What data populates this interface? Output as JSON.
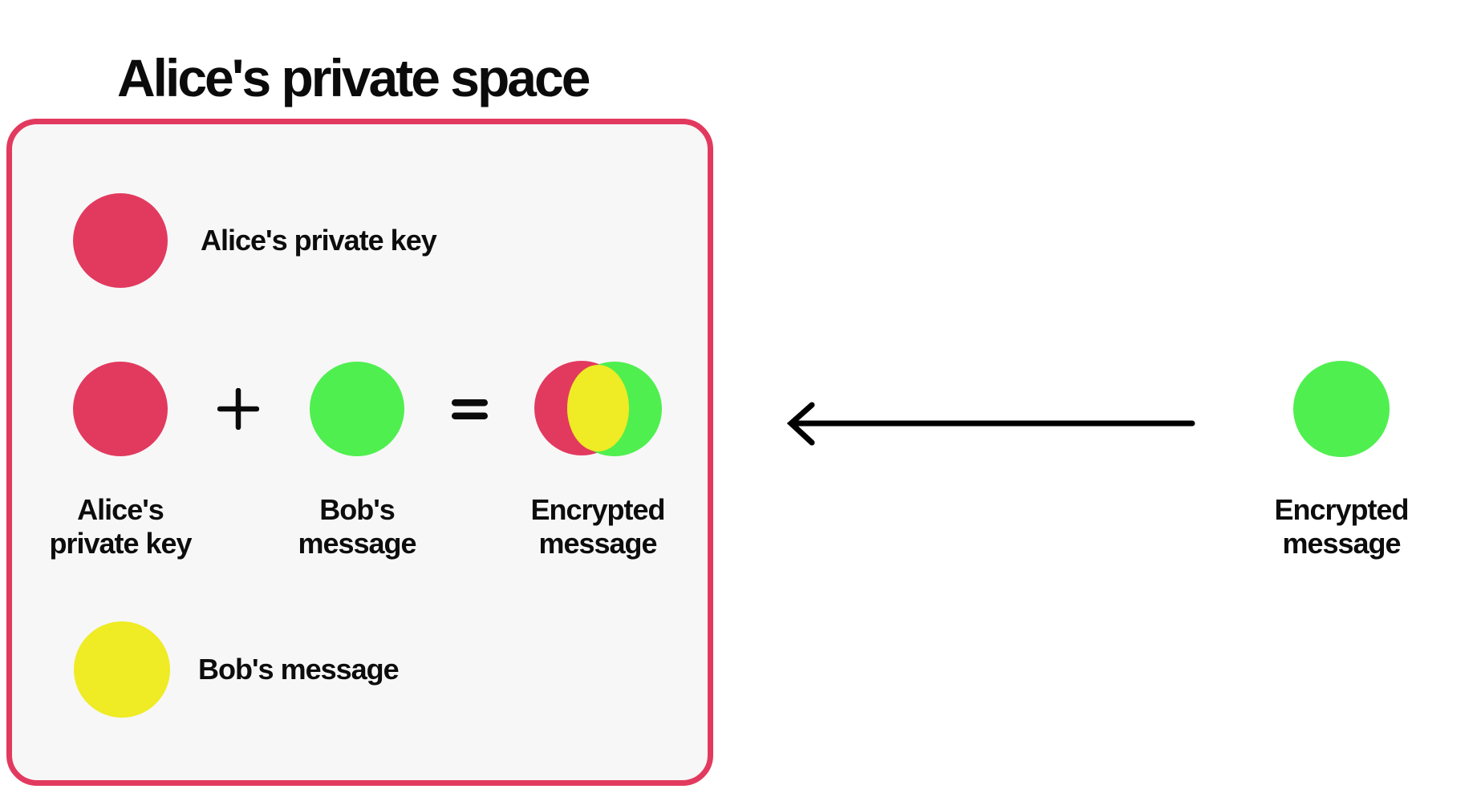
{
  "title": "Alice's private space",
  "colors": {
    "crimson": "#e23a5f",
    "green": "#4fef4f",
    "yellow": "#efeb24",
    "box_fill": "#f7f7f7",
    "text": "#0d0d0d",
    "arrow": "#000000"
  },
  "legend": {
    "alice_private_key": {
      "label": "Alice's private key",
      "color": "#e23a5f"
    },
    "bob_message": {
      "label": "Bob's message",
      "color": "#efeb24"
    }
  },
  "equation": {
    "plus_sign": "+",
    "equals_sign": "=",
    "operand1": {
      "label": "Alice's\nprivate key",
      "color": "#e23a5f"
    },
    "operand2": {
      "label": "Bob's\nmessage",
      "color": "#4fef4f"
    },
    "result": {
      "label": "Encrypted\nmessage",
      "colors": [
        "#e23a5f",
        "#efeb24",
        "#4fef4f"
      ]
    }
  },
  "incoming": {
    "label": "Encrypted\nmessage",
    "color": "#4fef4f",
    "arrow_direction": "left"
  }
}
